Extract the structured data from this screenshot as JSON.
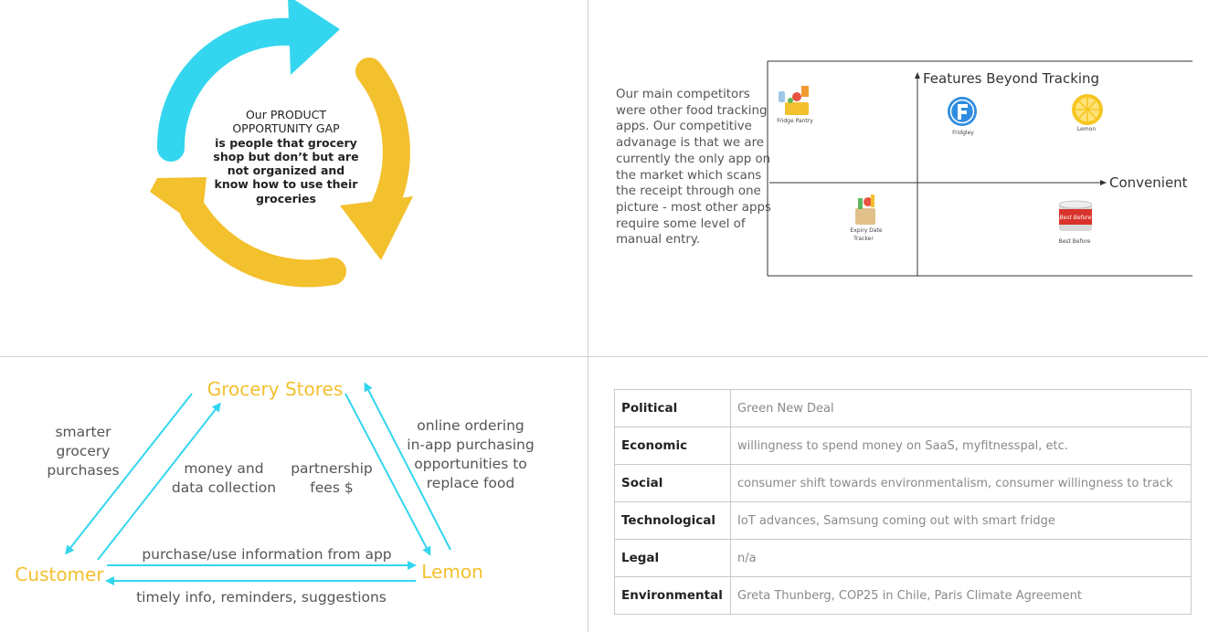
{
  "opportunity": {
    "line1": "Our PRODUCT",
    "line2": "OPPORTUNITY GAP",
    "line3": "is people that grocery",
    "line4": "shop but don’t but are",
    "line5": "not organized and",
    "line6": "know how to use their",
    "line7": "groceries",
    "colors": {
      "cyan": "#33d6ee",
      "yellow": "#f3c02e"
    }
  },
  "competitors": {
    "description": "Our main competitors were other food tracking apps. Our competitive advanage is that we are currently the only app on the market which scans the receipt through one picture - most other apps require some level of manual entry.",
    "y_axis_label": "Features Beyond Tracking",
    "x_axis_label": "Convenient",
    "apps": [
      {
        "name": "Fridge Pantry",
        "icon": "fridge-pantry-icon"
      },
      {
        "name": "Fridgley",
        "icon": "fridgley-f-icon"
      },
      {
        "name": "Lemon",
        "icon": "lemon-slice-icon"
      },
      {
        "name_line1": "Expiry Date",
        "name_line2": "Tracker",
        "icon": "grocery-bag-icon"
      },
      {
        "name": "Best Before",
        "icon": "canned-food-icon"
      }
    ]
  },
  "ecosystem": {
    "grocery_stores": "Grocery Stores",
    "customer": "Customer",
    "lemon": "Lemon",
    "smarter_1": "smarter",
    "smarter_2": "grocery",
    "smarter_3": "purchases",
    "money_1": "money  and",
    "money_2": "data collection",
    "partnership_1": "partnership",
    "partnership_2": "fees $",
    "online_1": "online ordering",
    "online_2": "in-app purchasing",
    "online_3": "opportunities to",
    "online_4": "replace food",
    "purchase_info": "purchase/use information from app",
    "timely_info": "timely info, reminders, suggestions",
    "colors": {
      "node": "#f3c02e",
      "arrow": "#33d6ee"
    }
  },
  "pest": {
    "rows": [
      {
        "factor": "Political",
        "detail": "Green New Deal"
      },
      {
        "factor": "Economic",
        "detail": "willingness to spend money on SaaS, myfitnesspal, etc."
      },
      {
        "factor": "Social",
        "detail": "consumer shift towards environmentalism, consumer willingness to track"
      },
      {
        "factor": "Technological",
        "detail": "IoT advances, Samsung coming out with smart fridge"
      },
      {
        "factor": "Legal",
        "detail": "n/a"
      },
      {
        "factor": "Environmental",
        "detail": "Greta Thunberg, COP25 in Chile, Paris Climate Agreement"
      }
    ]
  }
}
